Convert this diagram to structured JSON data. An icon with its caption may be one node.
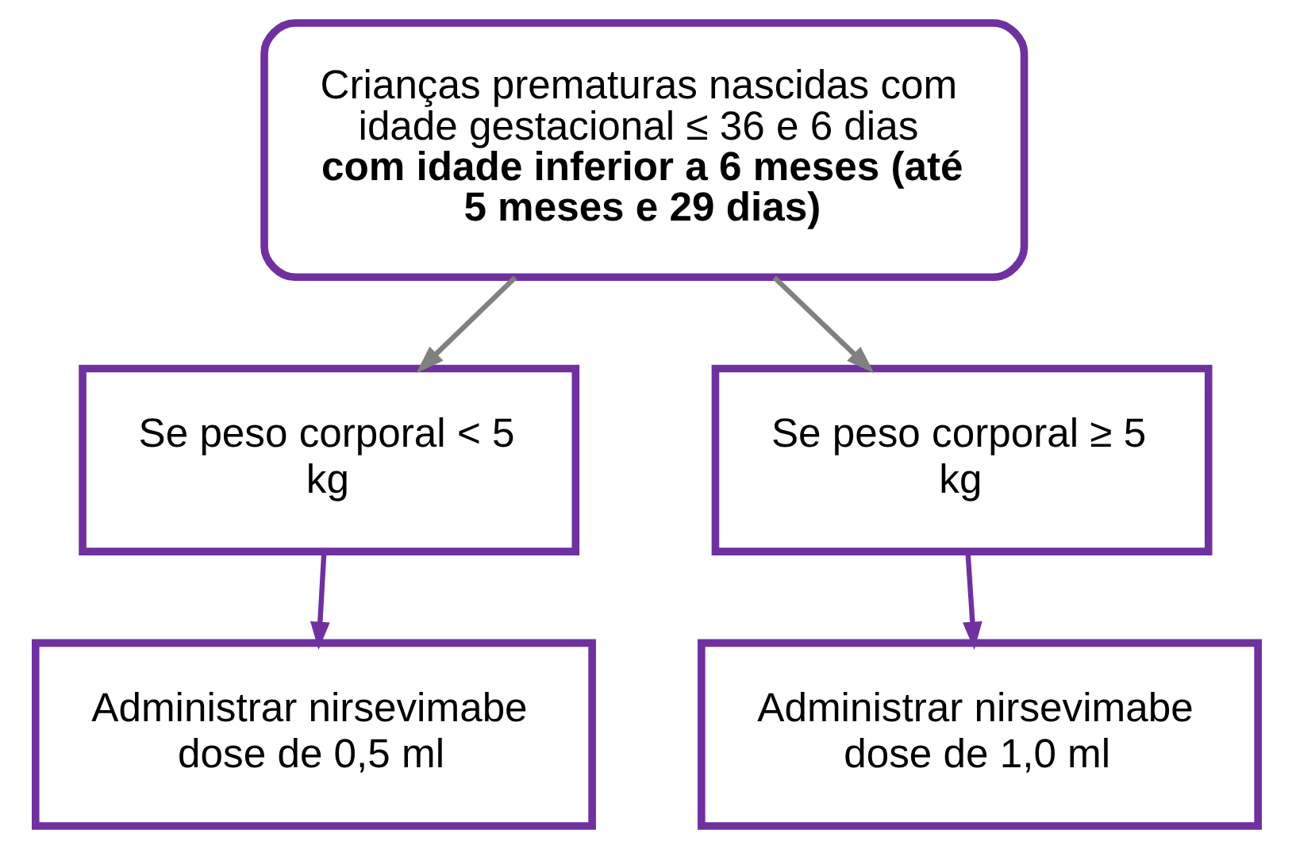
{
  "diagram": {
    "nodes": [
      {
        "text": [
          "Crianças prematuras nascidas com idade gestacional ≤ 36 e 6 dias **com idade inferior a 6 meses (até 5 meses e 29 dias)**"
        ]
      },
      {
        "text": [
          "Se peso corporal < 5 kg"
        ]
      },
      {
        "text": [
          "Se peso corporal ≥ 5 kg"
        ]
      },
      {
        "text": [
          "Administrar nirsevimabe dose de 0,5 ml"
        ]
      },
      {
        "text": [
          "Administrar nirsevimabe dose de 1,0 ml"
        ]
      }
    ],
    "edges": [
      {
        "from": 0,
        "to": 1,
        "arrow": "to",
        "color": "#808080"
      },
      {
        "from": 0,
        "to": 2,
        "arrow": "to",
        "color": "#808080"
      },
      {
        "from": 1,
        "to": 3,
        "arrow": "to",
        "color": "#7030a0"
      },
      {
        "from": 2,
        "to": 4,
        "arrow": "to",
        "color": "#7030a0"
      }
    ]
  }
}
